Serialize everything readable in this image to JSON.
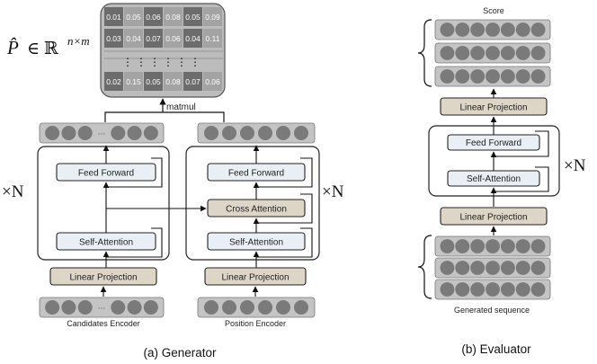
{
  "generator": {
    "caption": "(a) Generator",
    "matrix_symbol": "P̂",
    "matrix_set": "∈  ℝ",
    "matrix_exponent": "n×m",
    "matrix_rows": [
      [
        "0.01",
        "0.05",
        "0.06",
        "0.08",
        "0.05",
        "0.09"
      ],
      [
        "0.03",
        "0.04",
        "0.07",
        "0.06",
        "0.04",
        "0.11"
      ],
      [
        "0.02",
        "0.15",
        "0.05",
        "0.08",
        "0.07",
        "0.06"
      ]
    ],
    "matmul_label": "matmul",
    "candidates_encoder": {
      "label": "Candidates Encoder",
      "linear_projection": "Linear Projection",
      "self_attention": "Self-Attention",
      "feed_forward": "Feed Forward",
      "repeat_label": "×N"
    },
    "position_encoder": {
      "label": "Position Encoder",
      "linear_projection": "Linear Projection",
      "self_attention": "Self-Attention",
      "cross_attention": "Cross Attention",
      "feed_forward": "Feed Forward",
      "repeat_label": "×N"
    }
  },
  "evaluator": {
    "caption": "(b) Evaluator",
    "score_label": "Score",
    "linear_projection_top": "Linear Projection",
    "feed_forward": "Feed Forward",
    "self_attention": "Self-Attention",
    "linear_projection_bottom": "Linear Projection",
    "repeat_label": "×N",
    "input_label": "Generated sequence"
  },
  "colors": {
    "token_bar": "#c4c4c4",
    "token_circle": "#7a7a7a",
    "projection_fill": "#ddd5c6",
    "attention_fill": "#e9eff4",
    "matrix_dark": "#6c6c6c",
    "matrix_light": "#a3a3a3"
  }
}
